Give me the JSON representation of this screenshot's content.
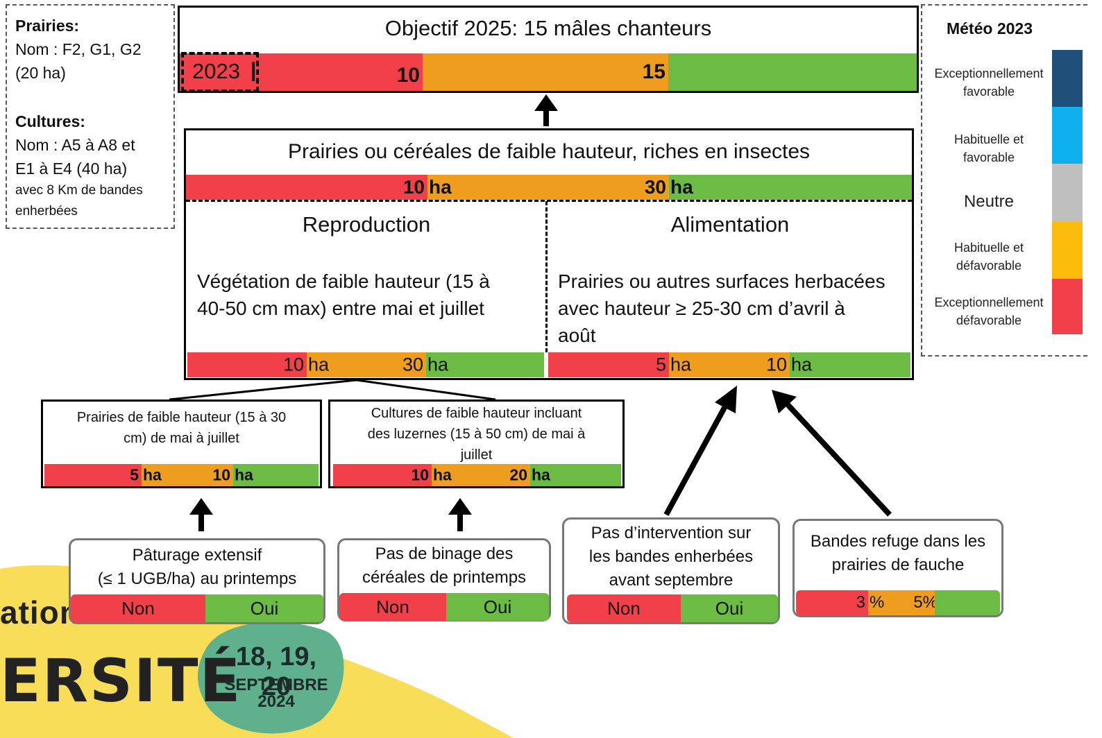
{
  "info": {
    "prairies_title": "Prairies:",
    "prairies_name": "Nom : F2, G1, G2",
    "prairies_area": "(20 ha)",
    "cultures_title": "Cultures:",
    "cultures_name": "Nom : A5 à A8 et",
    "cultures_name2": "E1 à E4 (40 ha)",
    "cultures_note": "avec 8 Km de bandes",
    "cultures_note2": "enherbées"
  },
  "objective": {
    "title": "Objectif 2025: 15 mâles chanteurs",
    "year_label": "2023",
    "threshold_low": "10",
    "threshold_high": "15"
  },
  "habitat": {
    "title": "Prairies ou céréales de faible hauteur, riches en insectes",
    "low_value": "10",
    "high_value": "30",
    "unit": "ha",
    "reproduction": {
      "title": "Reproduction",
      "description_line1": "Végétation de faible hauteur (15 à",
      "description_line2": "40-50 cm max) entre mai et juillet",
      "low_value": "10",
      "high_value": "30",
      "unit": "ha"
    },
    "alimentation": {
      "title": "Alimentation",
      "description_line1": "Prairies ou autres surfaces herbacées",
      "description_line2": "avec hauteur ≥ 25-30 cm d’avril à",
      "description_line3": "août",
      "low_value": "5",
      "high_value": "10",
      "unit": "ha"
    }
  },
  "sub_indicators": [
    {
      "line1": "Prairies de faible hauteur (15 à 30",
      "line2": "cm) de mai à juillet",
      "line3": "",
      "low_value": "5",
      "high_value": "10",
      "unit": "ha"
    },
    {
      "line1": "Cultures de faible hauteur incluant",
      "line2": "des luzernes (15 à 50 cm) de mai à",
      "line3": "juillet",
      "low_value": "10",
      "high_value": "20",
      "unit": "ha"
    }
  ],
  "practices": [
    {
      "line1": "Pâturage extensif",
      "line2": "(≤ 1 UGB/ha) au printemps",
      "line3": "",
      "no_label": "Non",
      "yes_label": "Oui"
    },
    {
      "line1": "Pas de binage des",
      "line2": "céréales de printemps",
      "line3": "",
      "no_label": "Non",
      "yes_label": "Oui"
    },
    {
      "line1": "Pas d’intervention sur",
      "line2": "les bandes enherbées",
      "line3": "avant septembre",
      "no_label": "Non",
      "yes_label": "Oui"
    },
    {
      "line1": "Bandes refuge dans les",
      "line2": "prairies de fauche",
      "line3": "",
      "low_value": "3",
      "high_value": "5%",
      "unit": "%"
    }
  ],
  "meteo": {
    "title": "Météo 2023",
    "levels": [
      {
        "label_line1": "Exceptionnellement",
        "label_line2": "favorable",
        "color": "#1f4e79"
      },
      {
        "label_line1": "Habituelle et",
        "label_line2": "favorable",
        "color": "#0fb0ee"
      },
      {
        "label_line1": "Neutre",
        "label_line2": "",
        "color": "#bfbfbf"
      },
      {
        "label_line1": "Habituelle et",
        "label_line2": "défavorable",
        "color": "#fbbb0a"
      },
      {
        "label_line1": "Exceptionnellement",
        "label_line2": "défavorable",
        "color": "#f2404a"
      }
    ]
  },
  "banner": {
    "text_a": "ationales",
    "text_b": "ERSITÉ",
    "dates": "18, 19, 20",
    "month": "SEPTEMBRE",
    "year": "2024"
  },
  "colors": {
    "red": "#f2404a",
    "orange": "#ef9d1e",
    "green": "#6cbb45",
    "banner_yellow": "#f7dd58",
    "badge_green": "#5fb08c"
  }
}
